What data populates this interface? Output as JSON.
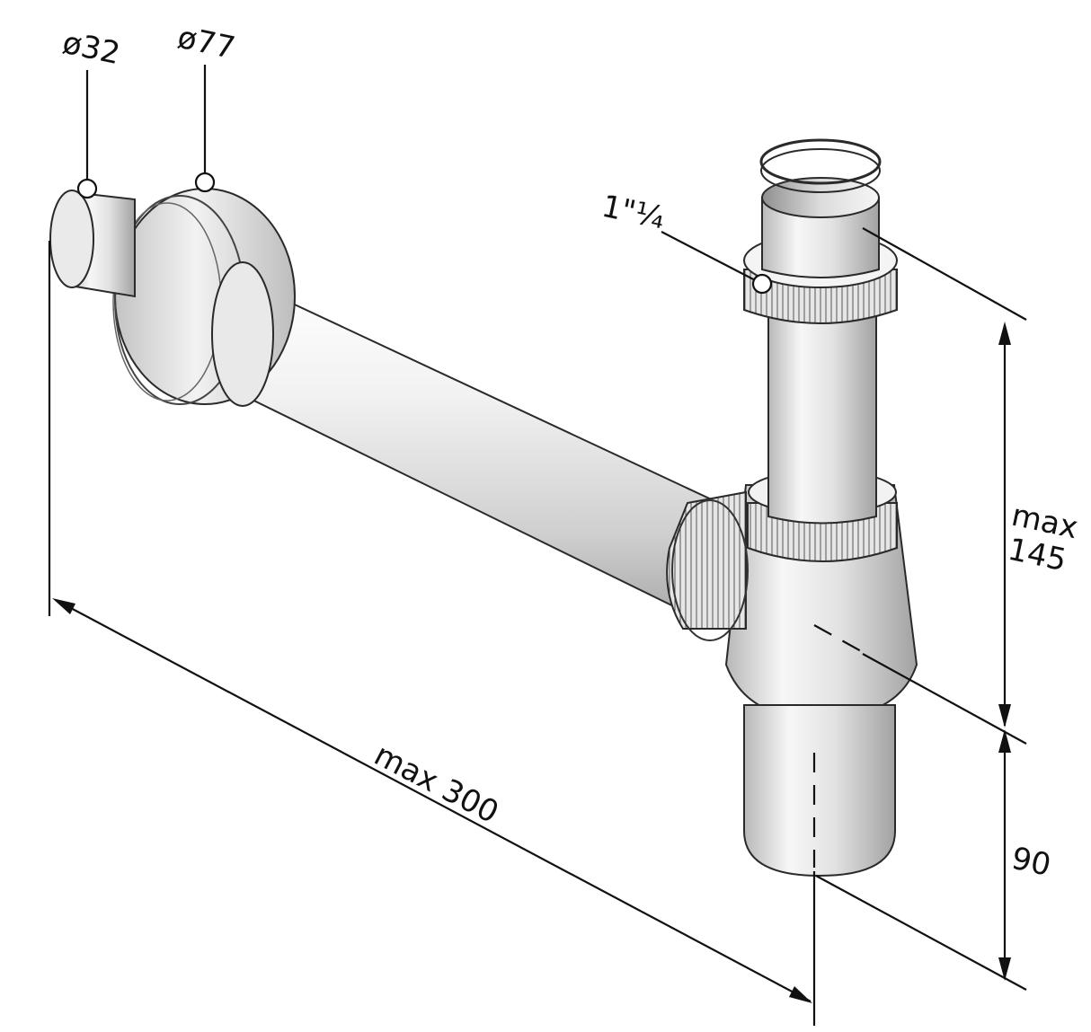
{
  "labels": {
    "dia_outlet": "ø32",
    "dia_rosette": "ø77",
    "inlet_thread": "1\"¼",
    "max_word": "max",
    "height_value": "145",
    "length": "max 300",
    "depth": "90"
  },
  "colors": {
    "line": "#111111",
    "pipe_light": "#f4f4f4",
    "pipe_mid": "#d6d6d6",
    "pipe_dark": "#9a9a9a"
  }
}
